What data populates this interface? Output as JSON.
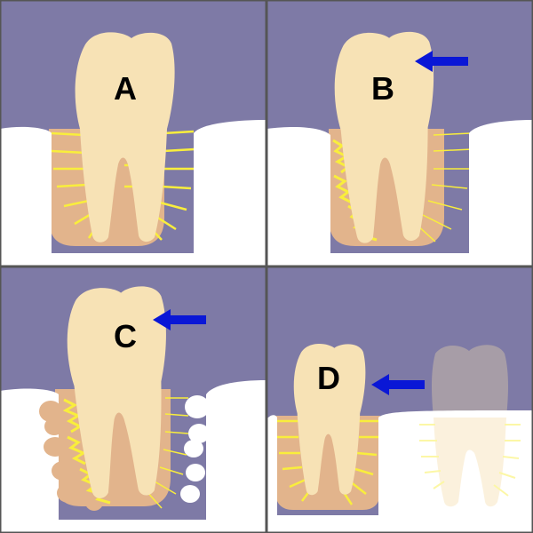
{
  "figure": {
    "panels": [
      {
        "id": "A",
        "label": "A",
        "has_arrow": false,
        "arrow_direction": null,
        "state": "normal-ligament"
      },
      {
        "id": "B",
        "label": "B",
        "has_arrow": true,
        "arrow_direction": "left",
        "state": "wavy-ligament"
      },
      {
        "id": "C",
        "label": "C",
        "has_arrow": true,
        "arrow_direction": "left",
        "state": "wavy-ligament-with-resorption"
      },
      {
        "id": "D",
        "label": "D",
        "has_arrow": true,
        "arrow_direction": "left",
        "state": "moved-with-ghost-tooth"
      }
    ]
  },
  "colors": {
    "background": "#7e7aa6",
    "gum": "#ffffff",
    "tooth": "#f7e2b5",
    "bone_socket": "#e2b48c",
    "ligament": "#f9ee3c",
    "arrow": "#0a17d6",
    "ghost_tooth_crown": "#c8b9a8",
    "border": "#555555"
  }
}
